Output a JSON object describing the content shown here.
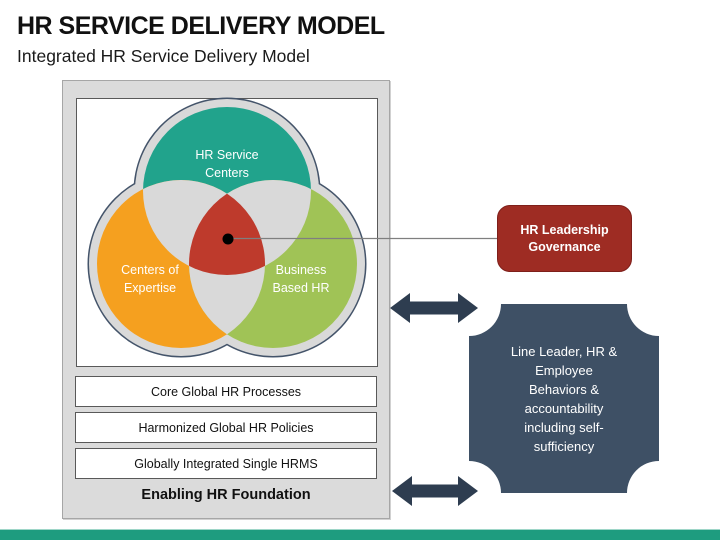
{
  "slide": {
    "title": "HR SERVICE DELIVERY MODEL",
    "subtitle": "Integrated HR Service Delivery Model"
  },
  "colors": {
    "teal": "#21A38C",
    "orange": "#F5A01F",
    "green": "#A0C356",
    "center_red": "#BE3A2C",
    "overlap_gray": "#D9D9D9",
    "outline_dark": "#44546A",
    "callout_red": "#9E2C23",
    "slate": "#3E5065",
    "arrow_slate": "#2E3D50",
    "footer_teal": "#1E9C7F",
    "connector_gray": "#7F7F7F"
  },
  "venn": {
    "top_circle_label": "HR Service\nCenters",
    "left_circle_label": "Centers of\nExpertise",
    "right_circle_label": "Business\nBased HR"
  },
  "foundation": {
    "bars": [
      "Core Global HR Processes",
      "Harmonized Global HR Policies",
      "Globally Integrated Single HRMS"
    ],
    "label": "Enabling HR Foundation"
  },
  "governance_callout": {
    "text": "HR Leadership\nGovernance"
  },
  "behaviors_panel": {
    "text": "Line Leader, HR &\nEmployee\nBehaviors &\naccountability\nincluding self-\nsufficiency"
  }
}
